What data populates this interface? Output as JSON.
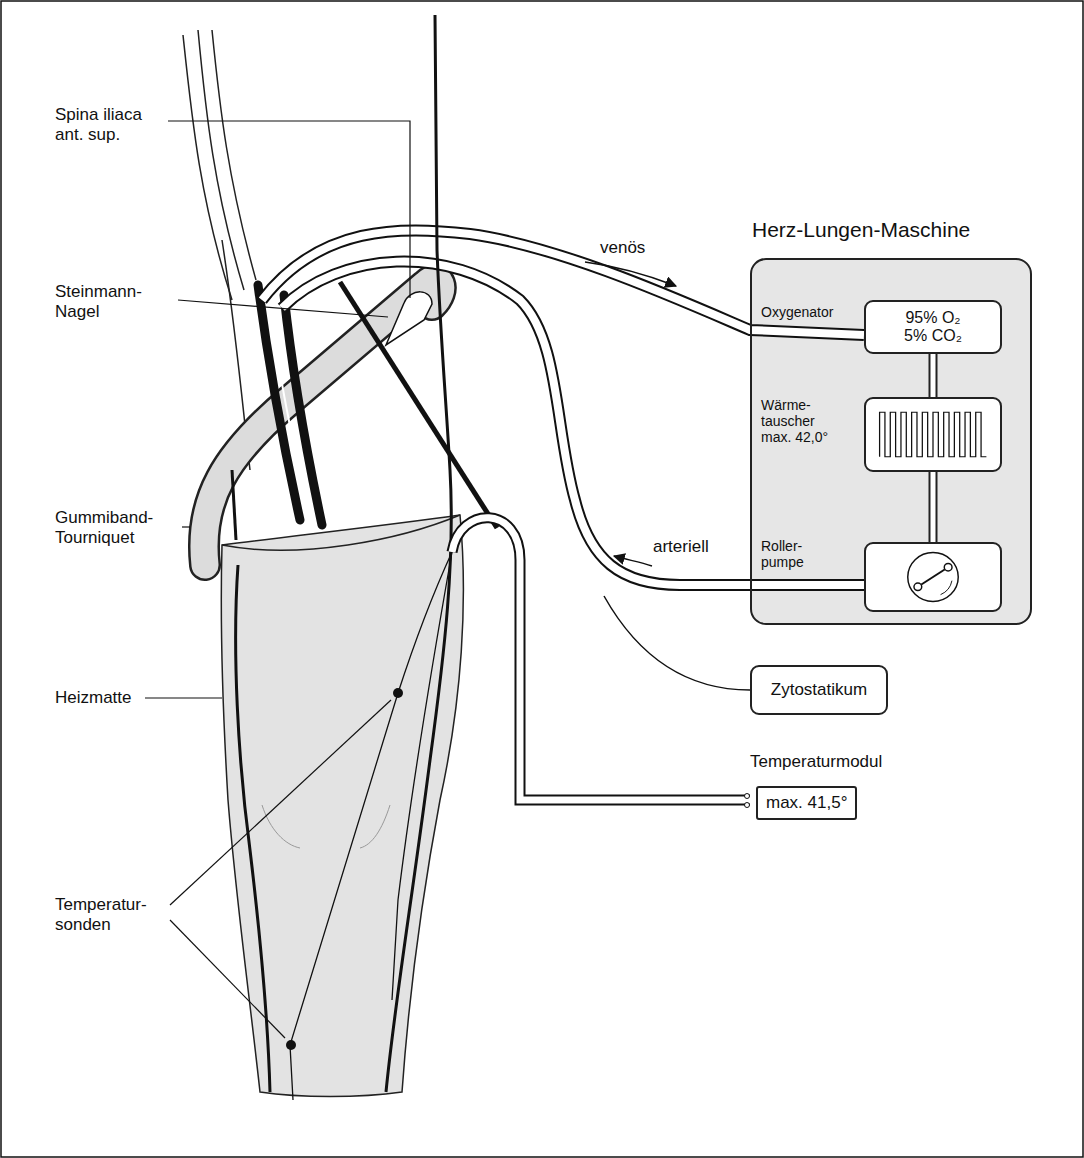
{
  "diagram": {
    "nodes": [
      {
        "text": [
          "Herz-Lungen-Maschine"
        ]
      },
      {
        "text": [
          "Oxygenator",
          "95% O₂ 5% CO₂"
        ],
        "in": 0
      },
      {
        "text": [
          "Wärme- tauscher max. 42,0°"
        ],
        "in": 0
      },
      {
        "text": [
          "Roller- pumpe"
        ],
        "in": 0
      },
      {
        "text": [
          "Zytostatikum"
        ]
      },
      {
        "text": [
          "Temperaturmodul",
          "max. 41,5°"
        ]
      }
    ],
    "edges": [
      {
        "from": 1,
        "to": 2,
        "arrow": "none"
      },
      {
        "from": 2,
        "to": 3,
        "arrow": "none"
      }
    ],
    "labels": [
      "Spina iliaca ant. sup.",
      "Steinmann- Nagel",
      "Gummiband- Tourniquet",
      "Heizmatte",
      "Temperatur- sonden",
      "venös",
      "arteriell"
    ]
  }
}
